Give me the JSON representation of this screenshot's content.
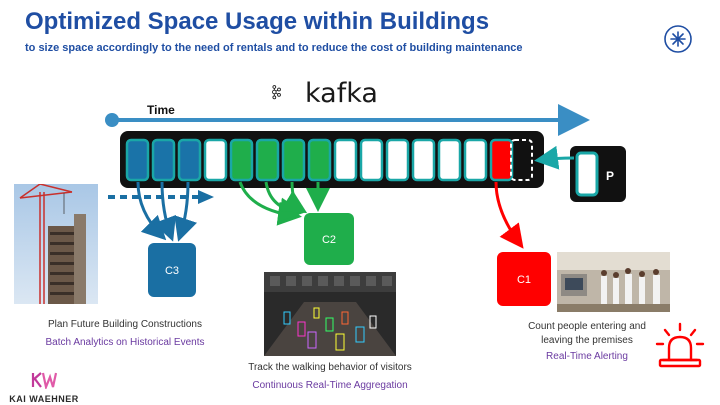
{
  "header": {
    "title": "Optimized Space Usage within Buildings",
    "subtitle": "to size space accordingly to the need of rentals and to reduce the cost of building maintenance"
  },
  "kafka": {
    "wordmark": "kafka",
    "time_label": "Time"
  },
  "log": {
    "total_slots": 16,
    "partition_colors": {
      "batch": "#1a73a8",
      "aggregation": "#1fae4b",
      "realtime": "#ff0000",
      "empty": "#ffffff",
      "frame": "#111111",
      "border": "#1aa7a7"
    }
  },
  "producer": {
    "label": "P"
  },
  "consumers": {
    "c3": {
      "label": "C3",
      "color": "#1a6fa3"
    },
    "c2": {
      "label": "C2",
      "color": "#1fae4b"
    },
    "c1": {
      "label": "C1",
      "color": "#ff0000"
    }
  },
  "use_cases": {
    "c3": {
      "description": "Plan Future Building Constructions",
      "category": "Batch Analytics on Historical Events"
    },
    "c2": {
      "description": "Track the walking behavior of visitors",
      "category": "Continuous Real-Time Aggregation"
    },
    "c1": {
      "description": "Count people entering and leaving the premises",
      "category": "Real-Time Alerting"
    }
  },
  "brand": {
    "name": "KAI WAEHNER"
  },
  "icons": [
    "corner-badge-icon",
    "kafka-logo-icon",
    "alarm-light-icon",
    "kw-logo-icon"
  ]
}
